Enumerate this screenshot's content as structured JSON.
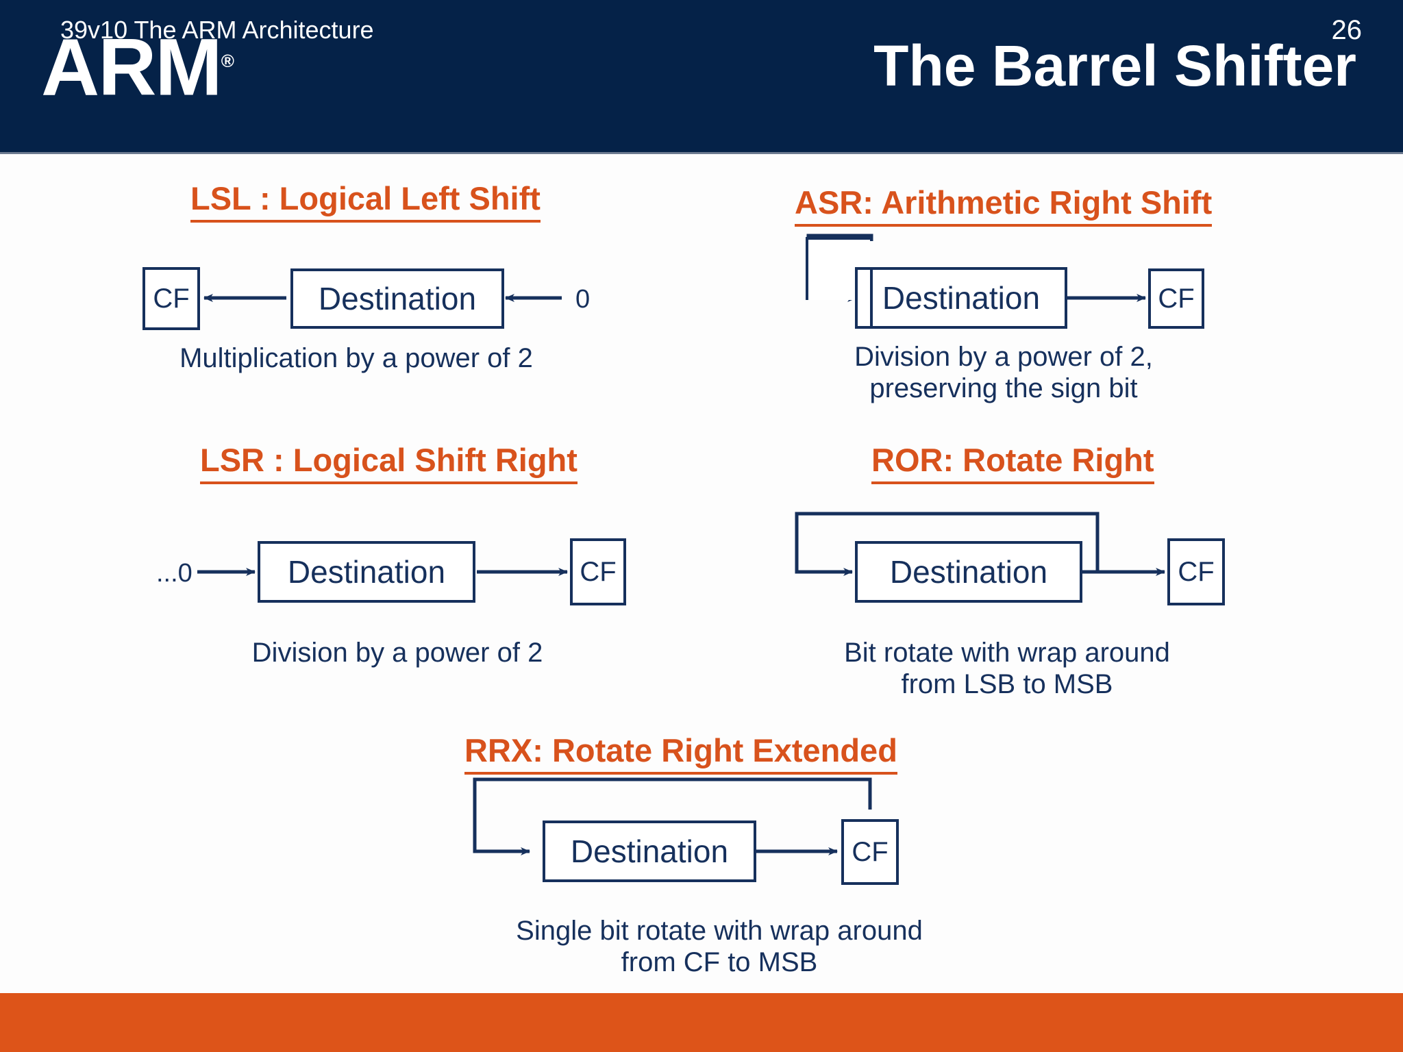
{
  "header": {
    "logo": "ARM",
    "logo_trademark": "®",
    "title": "The Barrel Shifter",
    "band_color": "#052248"
  },
  "theme": {
    "accent_orange": "#d8521c",
    "navy": "#16305c",
    "footer_orange": "#dd5419"
  },
  "sections": [
    {
      "id": "lsl",
      "heading": "LSL : Logical Left Shift",
      "destination_label": "Destination",
      "cf_label": "CF",
      "input_label": "0",
      "caption": "Multiplication by a power of 2"
    },
    {
      "id": "asr",
      "heading": "ASR: Arithmetic Right Shift",
      "destination_label": "Destination",
      "cf_label": "CF",
      "input_label": "",
      "caption": "Division by a power of 2,\npreserving the sign bit",
      "caption_line1": "Division by a power of 2,",
      "caption_line2": "preserving the sign bit"
    },
    {
      "id": "lsr",
      "heading": "LSR : Logical Shift Right",
      "destination_label": "Destination",
      "cf_label": "CF",
      "input_label": "...0",
      "caption": "Division by a power of 2"
    },
    {
      "id": "ror",
      "heading": "ROR: Rotate Right",
      "destination_label": "Destination",
      "cf_label": "CF",
      "input_label": "",
      "caption_line1": "Bit rotate with wrap around",
      "caption_line2": "from LSB to MSB"
    },
    {
      "id": "rrx",
      "heading": "RRX: Rotate Right Extended",
      "destination_label": "Destination",
      "cf_label": "CF",
      "input_label": "",
      "caption_line1": "Single bit rotate with wrap around",
      "caption_line2": "from CF to MSB"
    }
  ],
  "footer": {
    "text": "39v10 The ARM Architecture",
    "page": "26"
  }
}
